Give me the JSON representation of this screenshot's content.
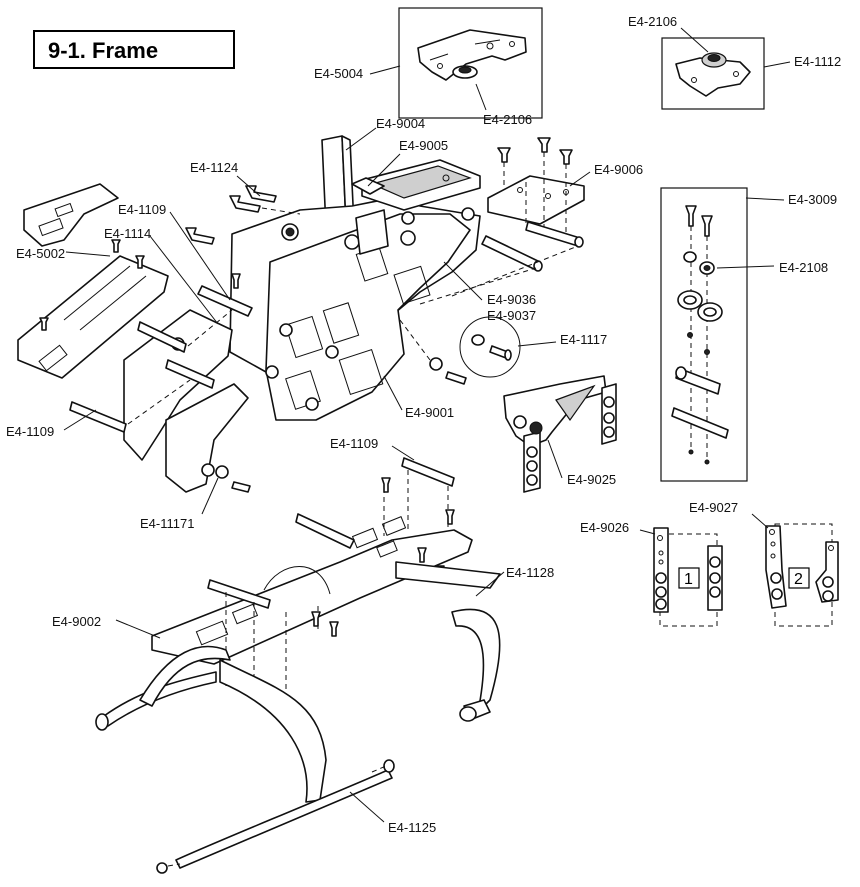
{
  "title": "9-1.  Frame",
  "labels": {
    "e4_5004": "E4-5004",
    "e4_2106_top": "E4-2106",
    "e4_2106_right": "E4-2106",
    "e4_1112": "E4-1112",
    "e4_9004": "E4-9004",
    "e4_9005": "E4-9005",
    "e4_1124": "E4-1124",
    "e4_9006": "E4-9006",
    "e4_3009": "E4-3009",
    "e4_1109_a": "E4-1109",
    "e4_1114": "E4-1114",
    "e4_5002": "E4-5002",
    "e4_2108": "E4-2108",
    "e4_9036": "E4-9036",
    "e4_9037": "E4-9037",
    "e4_1117": "E4-1117",
    "e4_9001": "E4-9001",
    "e4_1109_b": "E4-1109",
    "e4_9025": "E4-9025",
    "e4_1109_c": "E4-1109",
    "e4_11171": "E4-11171",
    "e4_9026": "E4-9026",
    "e4_9027": "E4-9027",
    "e4_1128": "E4-1128",
    "e4_9002": "E4-9002",
    "e4_1125": "E4-1125"
  },
  "option_boxes": [
    "1",
    "2"
  ]
}
